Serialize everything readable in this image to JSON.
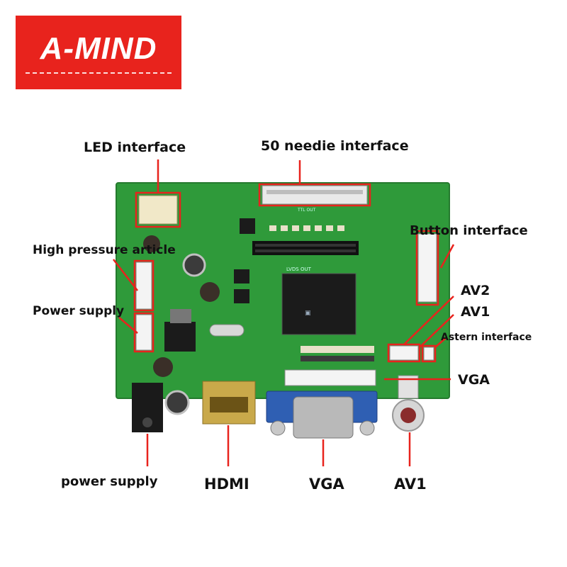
{
  "brand": {
    "name": "A-MIND",
    "color": "#e8231d"
  },
  "board": {
    "chip_text": "LVDS OUT",
    "ttl_text": "TTL OUT"
  },
  "callouts": {
    "led_interface": "LED interface",
    "needle_interface": "50 needie interface",
    "button_interface": "Button interface",
    "high_pressure": "High pressure article",
    "power_supply_side": "Power supply",
    "av2": "AV2",
    "av1_top": "AV1",
    "astern_interface": "Astern interface",
    "vga_right": "VGA",
    "power_supply_bottom": "power supply",
    "hdmi": "HDMI",
    "vga_bottom": "VGA",
    "av1_bottom": "AV1"
  },
  "colors": {
    "pcb": "#2f9a3a",
    "callout_line": "#e8231d"
  }
}
